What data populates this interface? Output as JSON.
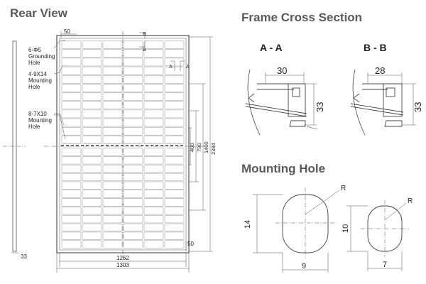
{
  "titles": {
    "rear_view": "Rear View",
    "frame_cross_section": "Frame Cross Section",
    "mounting_hole": "Mounting Hole"
  },
  "rear_view": {
    "callouts": {
      "grounding": [
        "6-Φ5",
        "Grounding",
        "Hole"
      ],
      "mounting_9x14": [
        "4-9X14",
        "Mounting",
        "Hole"
      ],
      "mounting_7x10": [
        "8-7X10",
        "Mounting",
        "Hole"
      ]
    },
    "dims": {
      "top_offset": "50",
      "bottom_offset": "50",
      "frame_depth": "33",
      "inner_width": "1262",
      "outer_width": "1303",
      "hole_spacing_400": "400",
      "hole_spacing_790": "790",
      "hole_spacing_1400": "1400",
      "panel_length": "2384"
    },
    "section_markers": {
      "b": "B",
      "a": "A"
    }
  },
  "cross_sections": {
    "aa": {
      "label": "A - A",
      "width": "30",
      "height": "33"
    },
    "bb": {
      "label": "B - B",
      "width": "28",
      "height": "33"
    }
  },
  "mounting_holes": {
    "large": {
      "length": "14",
      "width": "9",
      "radius_label": "R"
    },
    "small": {
      "length": "10",
      "width": "7",
      "radius_label": "R"
    }
  }
}
